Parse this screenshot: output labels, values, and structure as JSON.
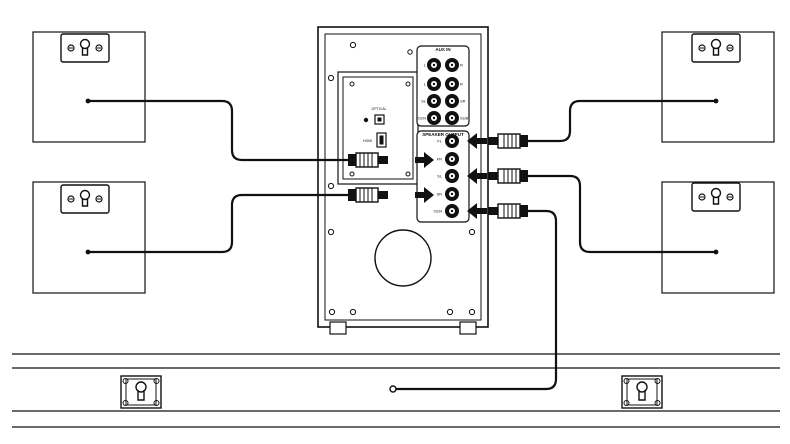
{
  "panel": {
    "aux_in_title": "AUX IN",
    "speaker_output_title": "SPEAKER OUTPUT",
    "optical_label": "OPTICAL",
    "hdmi_label": "HDMI",
    "aux_labels": [
      "L",
      "R",
      "L",
      "R",
      "SL",
      "SR",
      "CEN",
      "SUB"
    ],
    "output_labels": [
      "FL",
      "FR",
      "SL",
      "SR",
      "CEN"
    ]
  },
  "colors": {
    "line": "#111111",
    "background": "#ffffff"
  }
}
